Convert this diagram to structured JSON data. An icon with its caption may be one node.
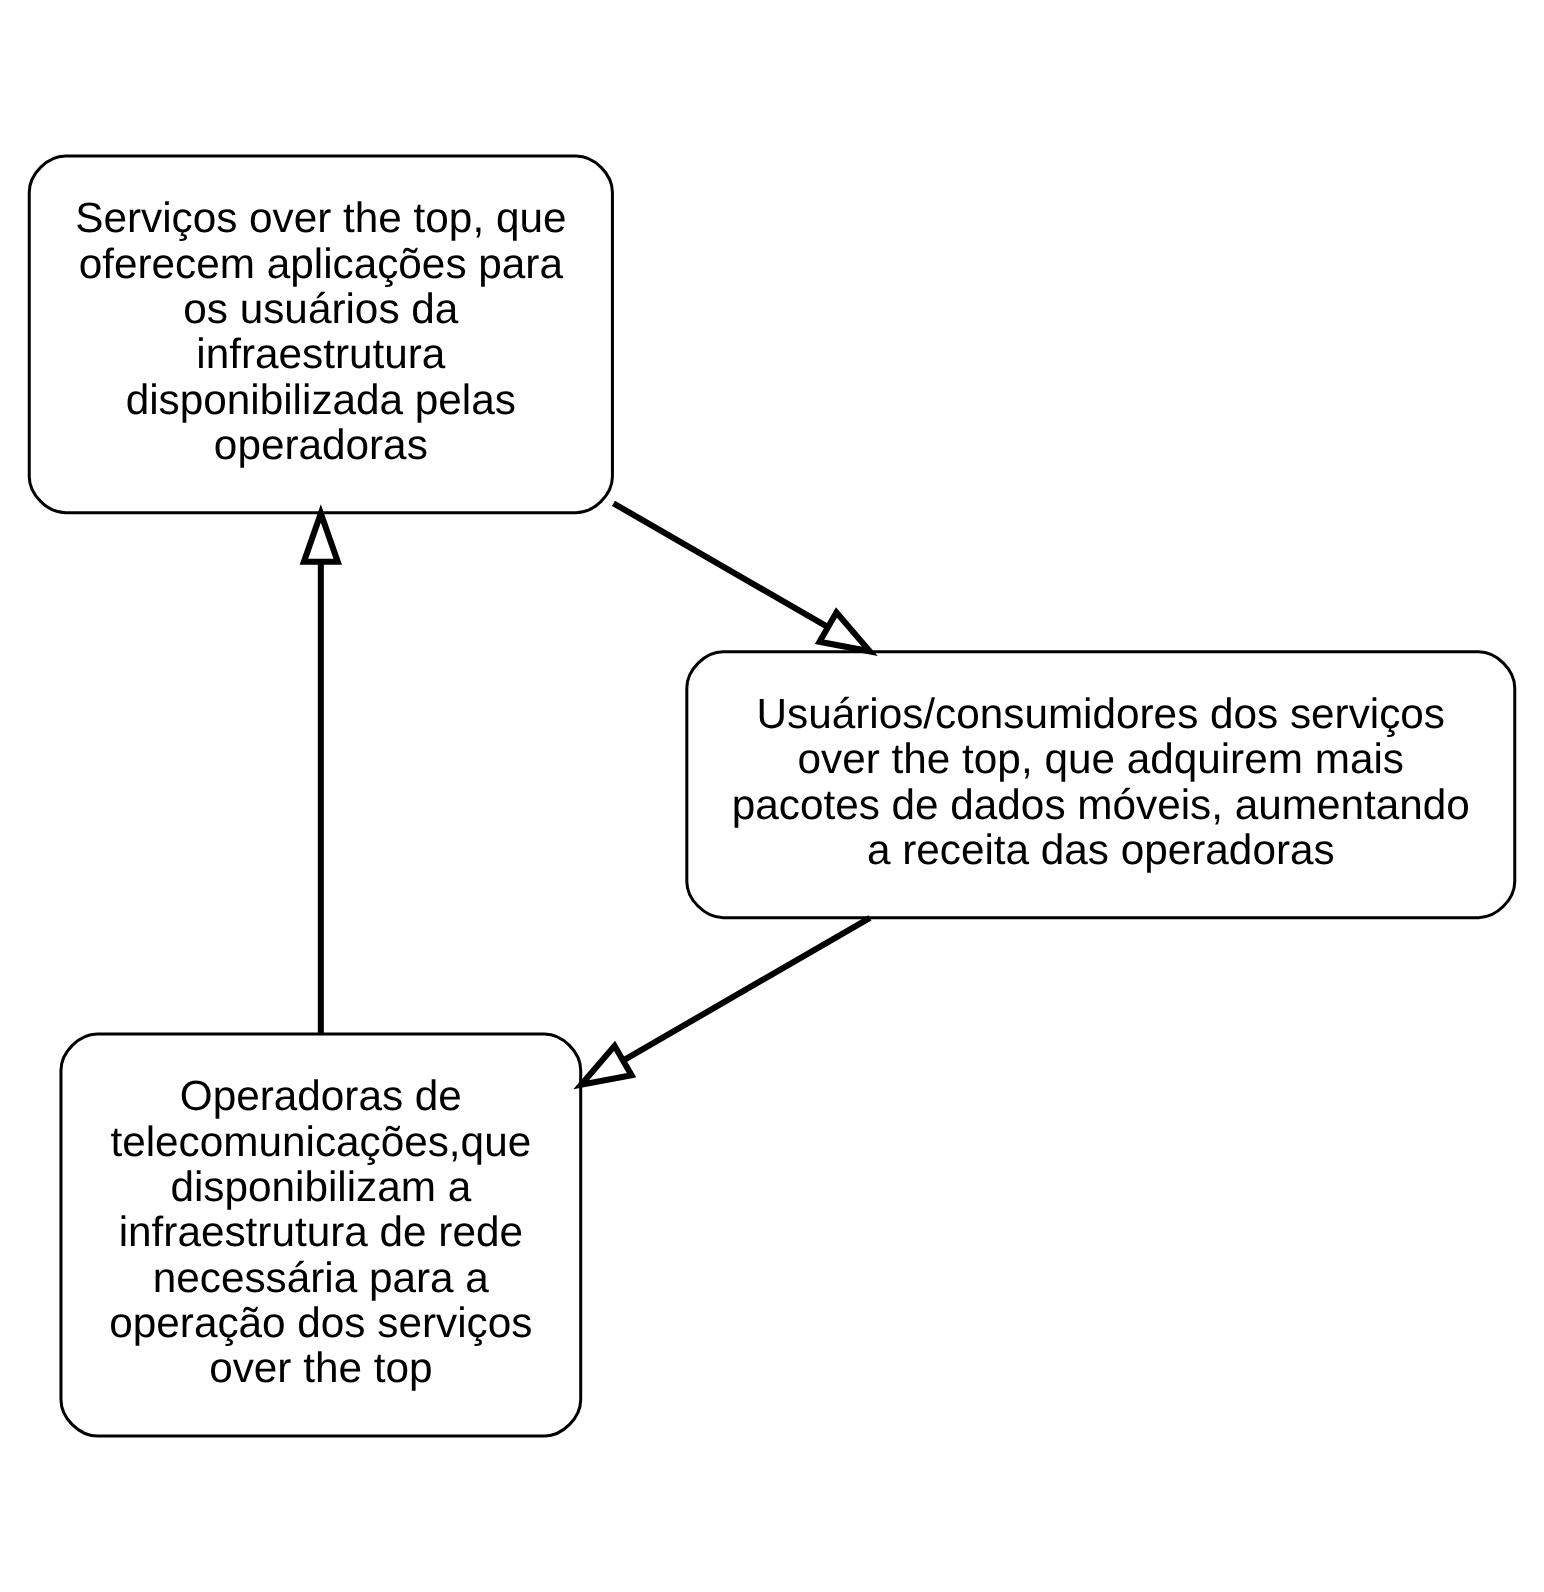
{
  "diagram": {
    "nodes": [
      {
        "text": [
          "Operadoras de telecomunicações,que disponibilizam a infraestrutura de rede necessária para a operação dos serviços over the top"
        ]
      },
      {
        "text": [
          "Serviços over the top, que oferecem aplicações para os usuários da infraestrutura disponibilizada pelas operadoras"
        ]
      },
      {
        "text": [
          "Usuários/consumidores dos serviços over the top, que adquirem mais pacotes de dados móveis, aumentando a receita das operadoras"
        ]
      }
    ],
    "edges": [
      {
        "from": 0,
        "to": 1,
        "arrow": "to"
      },
      {
        "from": 1,
        "to": 2,
        "arrow": "to"
      },
      {
        "from": 2,
        "to": 0,
        "arrow": "to"
      }
    ]
  }
}
